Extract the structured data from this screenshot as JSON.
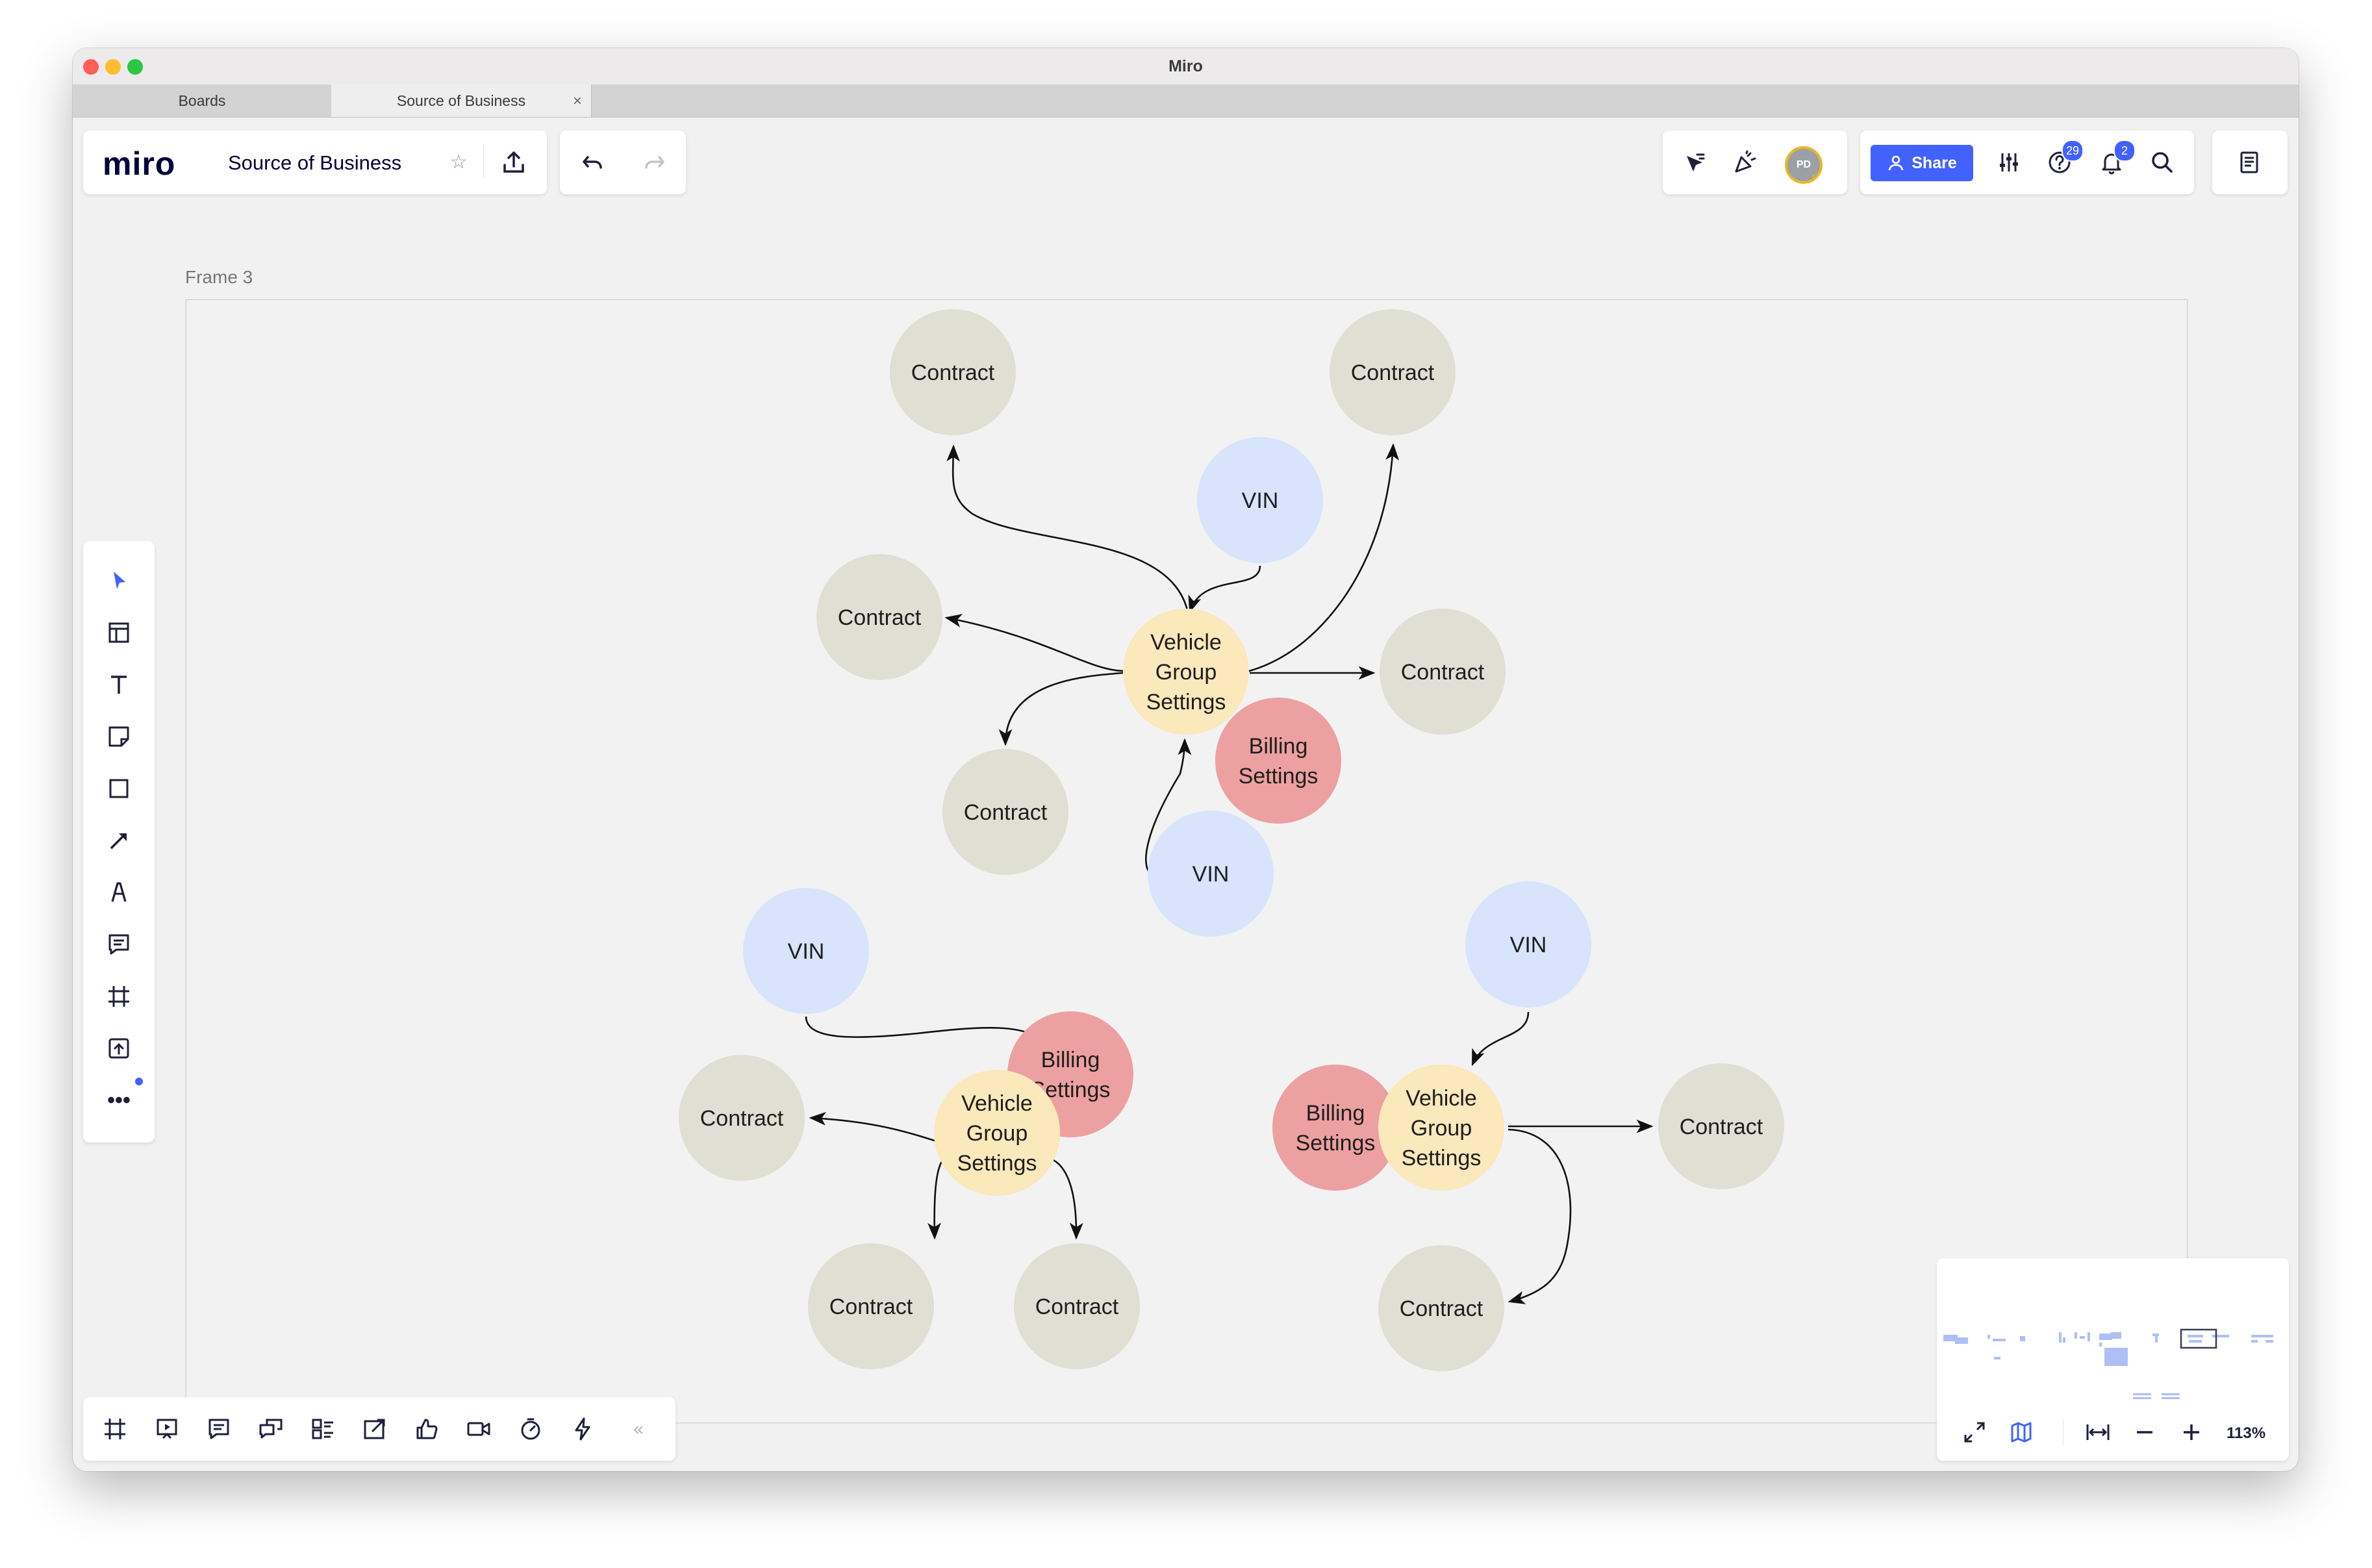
{
  "window": {
    "title": "Miro"
  },
  "tabs": [
    {
      "label": "Boards",
      "active": false
    },
    {
      "label": "Source of Business",
      "active": true
    }
  ],
  "board": {
    "logo": "miro",
    "name": "Source of Business",
    "share_label": "Share",
    "help_badge": "29",
    "notif_badge": "2",
    "avatar_initials": "PD",
    "zoom": "113%"
  },
  "frame": {
    "label": "Frame 3"
  },
  "colors": {
    "contract": "#e0dfd4",
    "vin": "#d7e4fb",
    "vehicle": "#fbe8bb",
    "billing": "#eda0a0",
    "accent": "#4262ff"
  },
  "diagram": {
    "nodes": [
      {
        "id": "c1",
        "label": "Contract",
        "kind": "contract"
      },
      {
        "id": "c2",
        "label": "Contract",
        "kind": "contract"
      },
      {
        "id": "v1",
        "label": "VIN",
        "kind": "vin"
      },
      {
        "id": "c3",
        "label": "Contract",
        "kind": "contract"
      },
      {
        "id": "vg1",
        "label": "Vehicle Group Settings",
        "kind": "vehicle"
      },
      {
        "id": "c4",
        "label": "Contract",
        "kind": "contract"
      },
      {
        "id": "b1",
        "label": "Billing Settings",
        "kind": "billing"
      },
      {
        "id": "c5",
        "label": "Contract",
        "kind": "contract"
      },
      {
        "id": "v2",
        "label": "VIN",
        "kind": "vin"
      },
      {
        "id": "v3",
        "label": "VIN",
        "kind": "vin"
      },
      {
        "id": "b2",
        "label": "Billing Settings",
        "kind": "billing"
      },
      {
        "id": "c6",
        "label": "Contract",
        "kind": "contract"
      },
      {
        "id": "vg2",
        "label": "Vehicle Group Settings",
        "kind": "vehicle"
      },
      {
        "id": "c7",
        "label": "Contract",
        "kind": "contract"
      },
      {
        "id": "c8",
        "label": "Contract",
        "kind": "contract"
      },
      {
        "id": "v4",
        "label": "VIN",
        "kind": "vin"
      },
      {
        "id": "b3",
        "label": "Billing Settings",
        "kind": "billing"
      },
      {
        "id": "vg3",
        "label": "Vehicle Group Settings",
        "kind": "vehicle"
      },
      {
        "id": "c9",
        "label": "Contract",
        "kind": "contract"
      },
      {
        "id": "c10",
        "label": "Contract",
        "kind": "contract"
      }
    ],
    "edges": [
      {
        "from": "vg1",
        "to": "c1"
      },
      {
        "from": "v1",
        "to": "vg1"
      },
      {
        "from": "vg1",
        "to": "c2"
      },
      {
        "from": "vg1",
        "to": "c3"
      },
      {
        "from": "vg1",
        "to": "c4"
      },
      {
        "from": "vg1",
        "to": "c5"
      },
      {
        "from": "v2",
        "to": "vg1"
      },
      {
        "from": "v3",
        "to": "b2"
      },
      {
        "from": "vg2",
        "to": "c6"
      },
      {
        "from": "vg2",
        "to": "c7"
      },
      {
        "from": "vg2",
        "to": "c8"
      },
      {
        "from": "v4",
        "to": "vg3"
      },
      {
        "from": "vg3",
        "to": "c9"
      },
      {
        "from": "vg3",
        "to": "c10"
      }
    ]
  }
}
